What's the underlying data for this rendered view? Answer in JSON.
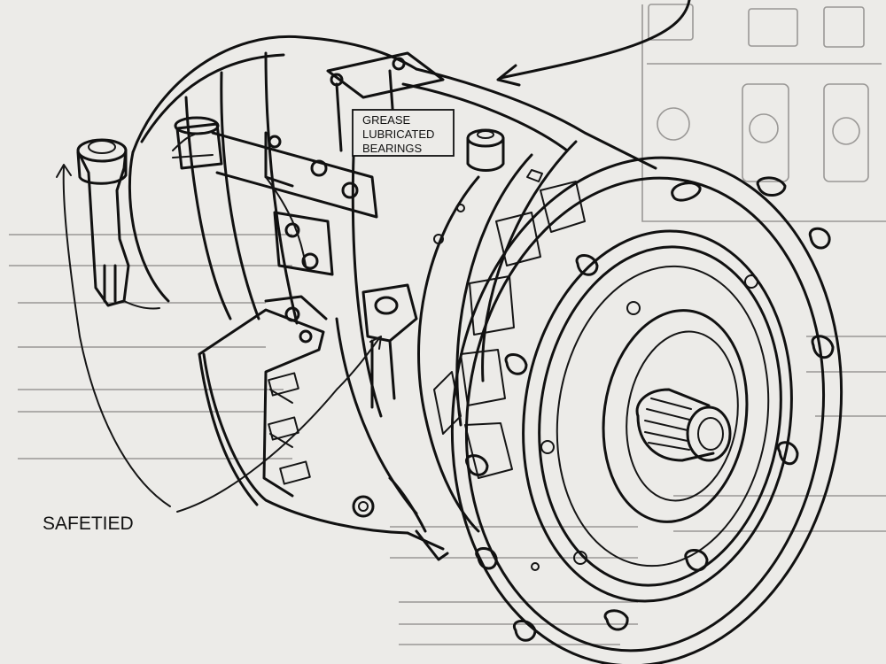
{
  "diagram": {
    "labels": {
      "grease_line1": "GREASE",
      "grease_line2": "LUBRICATED",
      "grease_line3": "BEARINGS",
      "safetied": "SAFETIED"
    },
    "colors": {
      "paper": "#ecebe8",
      "ink": "#111111",
      "bleed_through": "#9a9896"
    },
    "icons": [
      "arrow-icon",
      "bolt-hole-icon",
      "splined-shaft-icon"
    ]
  }
}
